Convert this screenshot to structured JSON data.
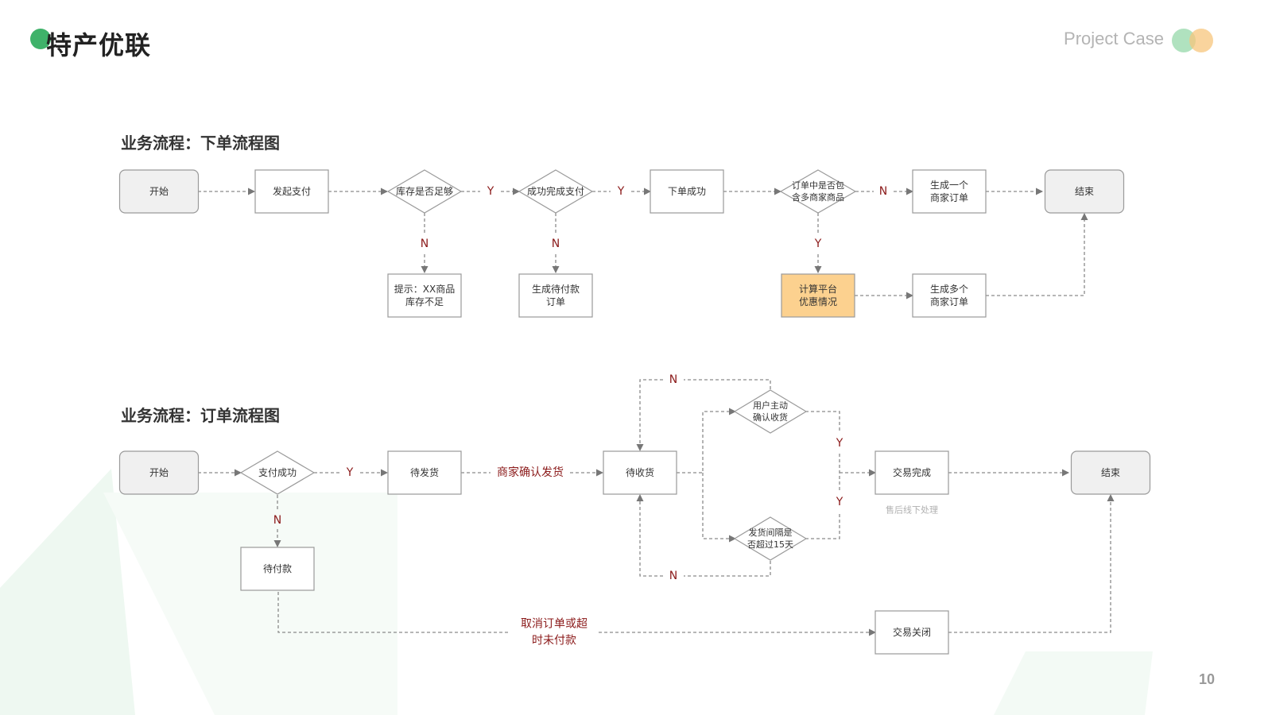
{
  "header": {
    "title": "特产优联",
    "project_case": "Project Case",
    "accent_green": "#3fb26a",
    "accent_orange": "#f7c67c"
  },
  "page_number": "10",
  "flow1": {
    "title": "业务流程：下单流程图",
    "nodes": {
      "start": "开始",
      "initiate_payment": "发起支付",
      "stock_check": "库存是否足够",
      "payment_check": "成功完成支付",
      "order_success": "下单成功",
      "multi_merchant_check": [
        "订单中是否包",
        "含多商家商品"
      ],
      "single_order": [
        "生成一个",
        "商家订单"
      ],
      "end": "结束",
      "stock_tip": [
        "提示：XX商品",
        "库存不足"
      ],
      "pending_payment_order": [
        "生成待付款",
        "订单"
      ],
      "calc_discount": [
        "计算平台",
        "优惠情况"
      ],
      "multi_orders": [
        "生成多个",
        "商家订单"
      ]
    },
    "labels": {
      "yes": "Y",
      "no": "N"
    },
    "highlight_fill": "#fcd18f"
  },
  "flow2": {
    "title": "业务流程：订单流程图",
    "nodes": {
      "start": "开始",
      "pay_check": "支付成功",
      "to_ship": "待发货",
      "to_receive": "待收货",
      "user_confirm": [
        "用户主动",
        "确认收货"
      ],
      "timeout_check": [
        "发货间隔是",
        "否超过15天"
      ],
      "deal_complete": "交易完成",
      "end": "结束",
      "to_pay": "待付款",
      "deal_closed": "交易关闭"
    },
    "labels": {
      "yes": "Y",
      "no": "N",
      "merchant_ship": "商家确认发货",
      "aftersale": "售后线下处理",
      "cancel": [
        "取消订单或超",
        "时未付款"
      ]
    },
    "label_color": "#8b1a1a"
  }
}
